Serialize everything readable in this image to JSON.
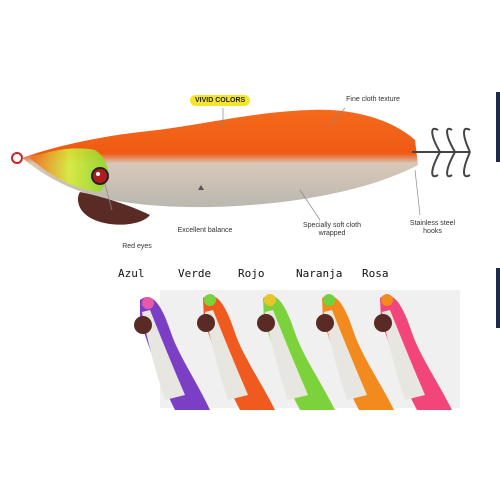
{
  "feature_badge": "VIVID COLORS",
  "callouts": {
    "fine_cloth": "Fine cloth texture",
    "soft_cloth": "Specially soft cloth wrapped",
    "balance": "Excellent balance",
    "eyes": "Red eyes",
    "hooks": "Stainless steel hooks"
  },
  "color_variants": [
    {
      "label": "Azul",
      "accent": "#7b3fc6",
      "head": "#e85aa8"
    },
    {
      "label": "Verde",
      "accent": "#f05a1e",
      "head": "#7bd23a"
    },
    {
      "label": "Rojo",
      "accent": "#e8c52a",
      "head": "#7bd23a"
    },
    {
      "label": "Naranja",
      "accent": "#f28a1e",
      "head": "#6fd23a"
    },
    {
      "label": "Rosa",
      "accent": "#f2467a",
      "head": "#f28a1e"
    }
  ],
  "main_lure_colors": {
    "back": "#f05a14",
    "belly": "#c9c9c3",
    "head": "#c8e83a",
    "eye": "#b01c1c"
  }
}
